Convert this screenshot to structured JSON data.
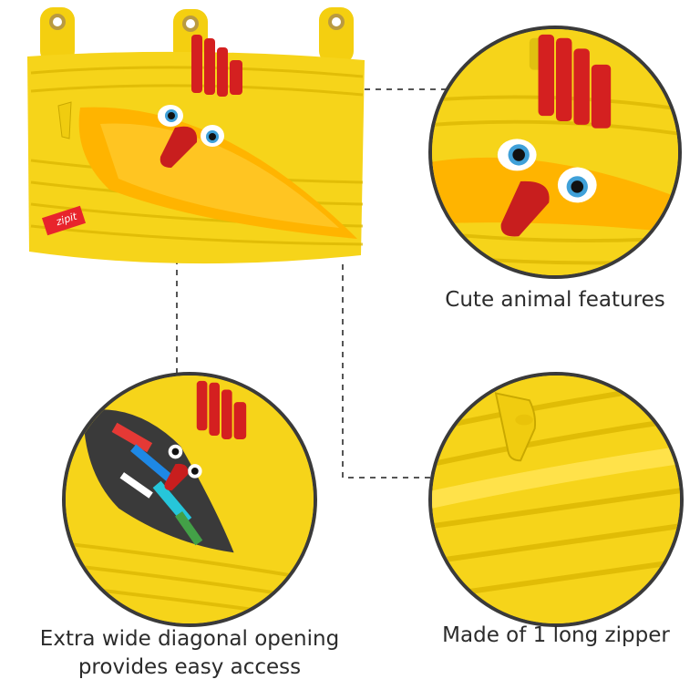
{
  "features": [
    {
      "caption": "Cute animal features"
    },
    {
      "caption": "Extra wide diagonal opening provides easy access"
    },
    {
      "caption": "Made of 1 long zipper"
    }
  ],
  "brand": {
    "tag_text": "zipit"
  },
  "colors": {
    "pouch_yellow": "#f6d41a",
    "zipper_shadow": "#d9b400",
    "inner_orange": "#ffb400",
    "comb_red": "#d42020",
    "outline": "#3a3a3a"
  }
}
